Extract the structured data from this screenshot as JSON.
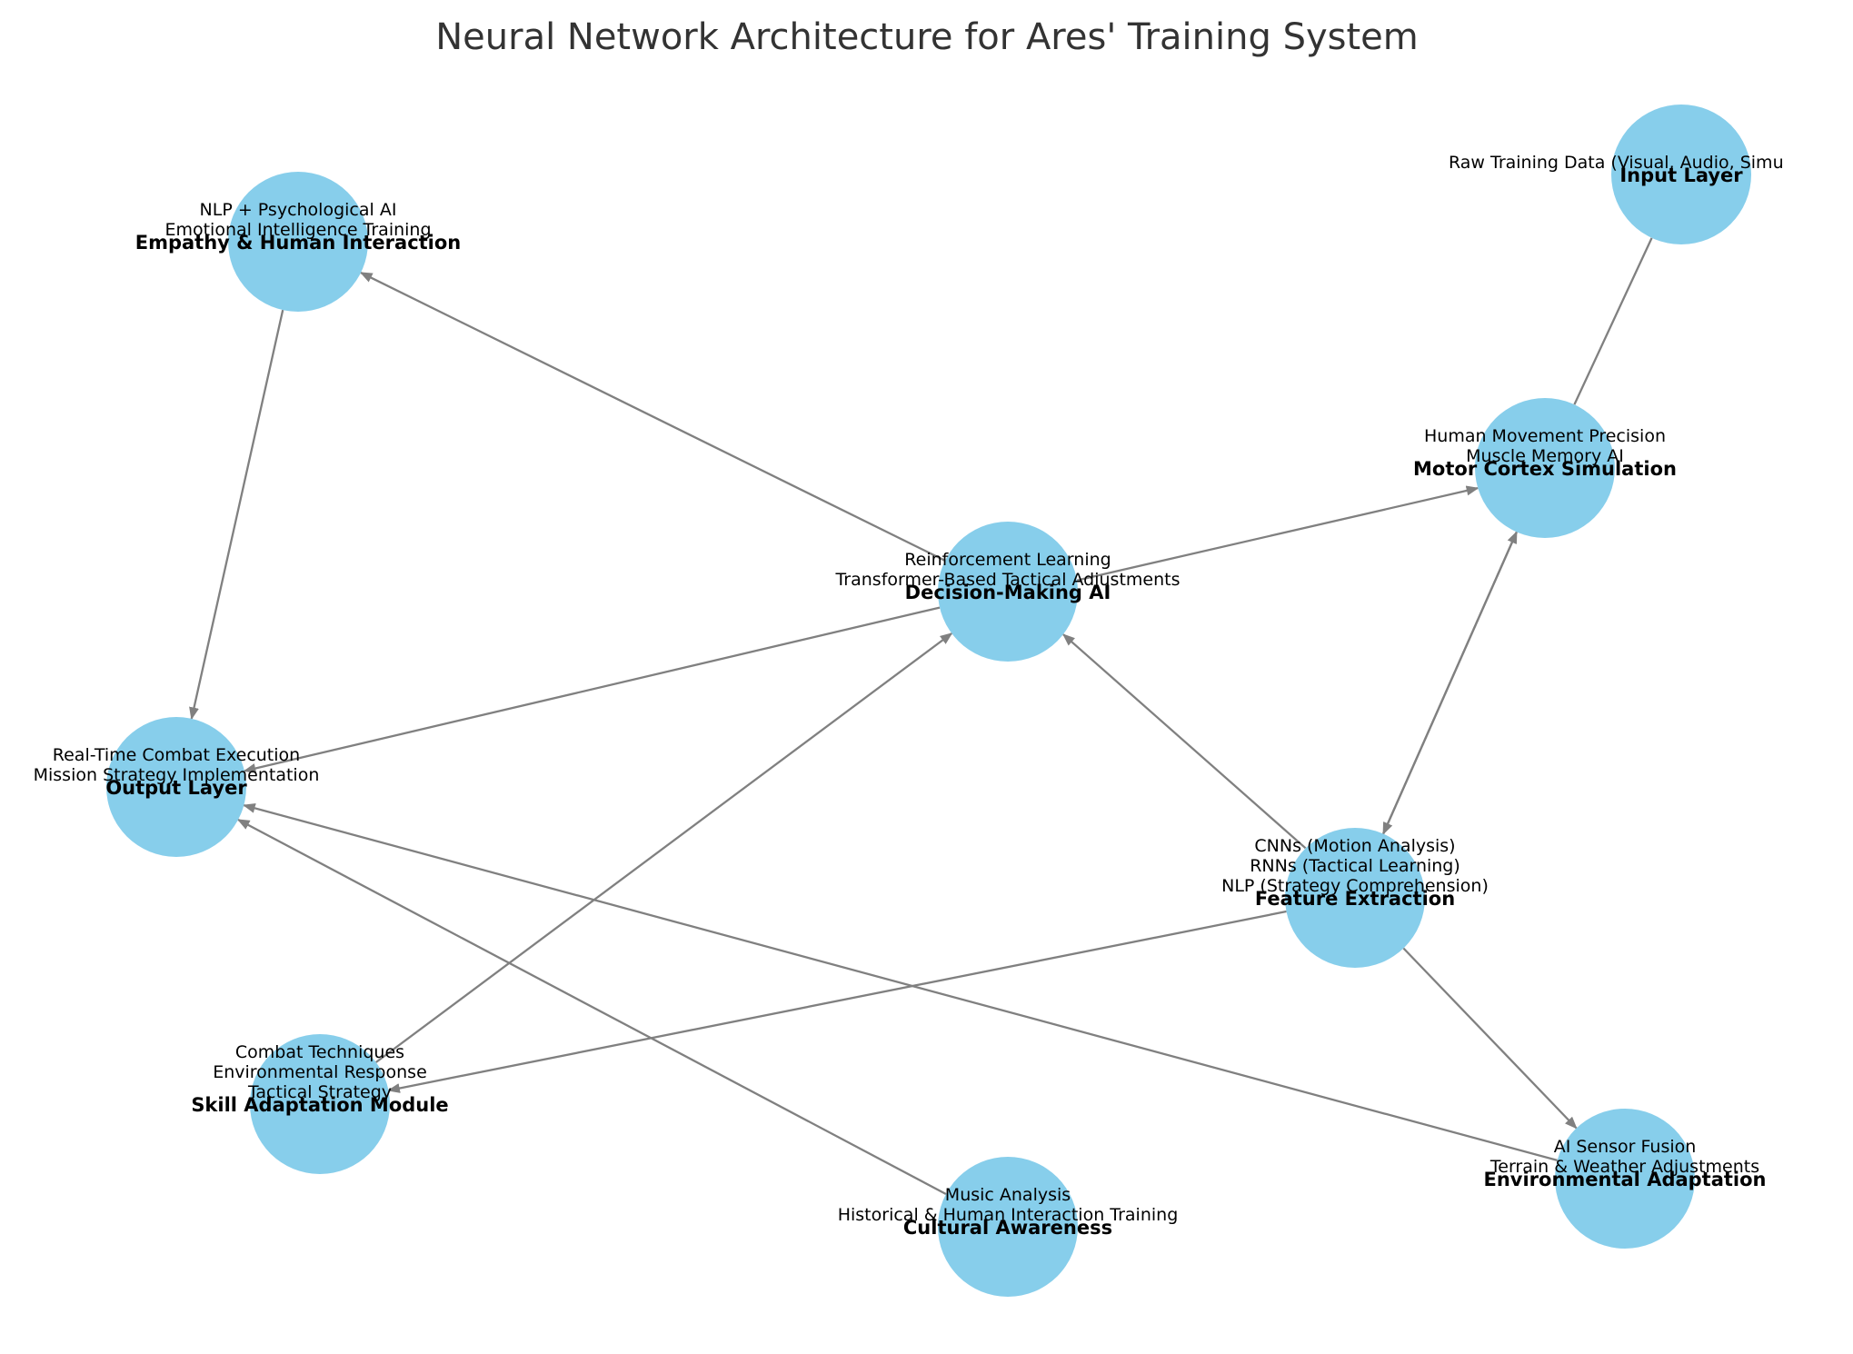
{
  "title": "Neural Network Architecture for Ares' Training System",
  "colors": {
    "node_fill": "#87CEEB",
    "edge": "#808080",
    "title": "#333333"
  },
  "nodes": [
    {
      "id": "input",
      "name": "Input Layer",
      "description": [
        "Raw Training Data (Visual, Audio, Simu"
      ]
    },
    {
      "id": "empathy",
      "name": "Empathy & Human Interaction",
      "description": [
        "NLP + Psychological AI",
        "Emotional Intelligence Training"
      ]
    },
    {
      "id": "motor",
      "name": "Motor Cortex Simulation",
      "description": [
        "Human Movement Precision",
        "Muscle Memory AI"
      ]
    },
    {
      "id": "decision",
      "name": "Decision-Making AI",
      "description": [
        "Reinforcement Learning",
        "Transformer-Based Tactical Adjustments"
      ]
    },
    {
      "id": "output",
      "name": "Output Layer",
      "description": [
        "Real-Time Combat Execution",
        "Mission Strategy Implementation"
      ]
    },
    {
      "id": "feature",
      "name": "Feature Extraction",
      "description": [
        "CNNs (Motion Analysis)",
        "RNNs (Tactical Learning)",
        "NLP (Strategy Comprehension)"
      ]
    },
    {
      "id": "skill",
      "name": "Skill Adaptation Module",
      "description": [
        "Combat Techniques",
        "Environmental Response",
        "Tactical Strategy"
      ]
    },
    {
      "id": "environment",
      "name": "Environmental Adaptation",
      "description": [
        "AI Sensor Fusion",
        "Terrain & Weather Adjustments"
      ]
    },
    {
      "id": "cultural",
      "name": "Cultural Awareness",
      "description": [
        "Music Analysis",
        "Historical & Human Interaction Training"
      ]
    }
  ],
  "edges": [
    {
      "from": "input",
      "to": "motor",
      "arrow": false
    },
    {
      "from": "motor",
      "to": "feature",
      "arrow": true
    },
    {
      "from": "feature",
      "to": "decision",
      "arrow": true
    },
    {
      "from": "feature",
      "to": "environment",
      "arrow": true
    },
    {
      "from": "feature",
      "to": "skill",
      "arrow": true
    },
    {
      "from": "decision",
      "to": "empathy",
      "arrow": true
    },
    {
      "from": "decision",
      "to": "motor",
      "arrow": true
    },
    {
      "from": "decision",
      "to": "output",
      "arrow": true
    },
    {
      "from": "skill",
      "to": "decision",
      "arrow": true
    },
    {
      "from": "empathy",
      "to": "output",
      "arrow": true
    },
    {
      "from": "cultural",
      "to": "output",
      "arrow": true
    },
    {
      "from": "environment",
      "to": "output",
      "arrow": true
    },
    {
      "from": "feature",
      "to": "motor",
      "arrow": true
    }
  ]
}
